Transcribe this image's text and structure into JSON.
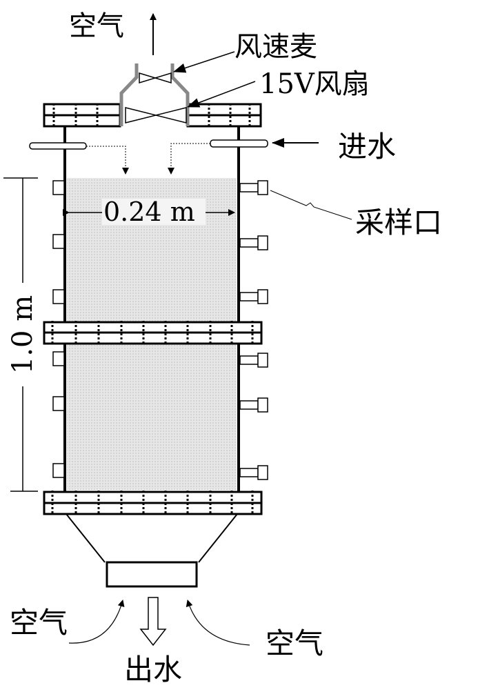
{
  "labels": {
    "air_top": "空气",
    "anemometer": "风速麦",
    "fan": "15V风扇",
    "water_in": "进水",
    "sampling_port": "采样口",
    "diameter": "0.24 m",
    "height": "1.0 m",
    "air_left": "空气",
    "air_right": "空气",
    "water_out": "出水"
  }
}
